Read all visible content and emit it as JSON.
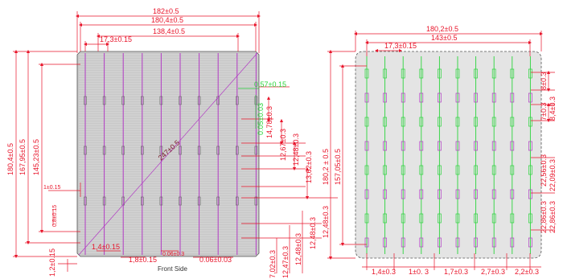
{
  "front": {
    "caption": "Front Side",
    "dims": {
      "total_width": "182±0.5",
      "width_inner": "180,4±0.5",
      "busbar_span": "138,4±0.5",
      "busbar_pitch": "17,3±0.15",
      "height_total": "180,4±0.5",
      "height_2": "167,95±0.5",
      "height_3": "145,23±0.5",
      "diagonal": "247±0.5",
      "green_a": "0.57±0.15",
      "green_b": "0.05±0.03",
      "v1": "14,78±0.3",
      "v2": "12,67±0.3",
      "v3": "12,48±0.3",
      "v4": "13,62±0.3",
      "v5": "12,48±0.3",
      "v6": "12,48±0.3",
      "small_1": "1±0.15",
      "small_2": "0,8±0.15",
      "bottom_left": "1,2±0.15",
      "b1": "1,4±0.15",
      "b2": "1,8±0.15",
      "b3": "0.06±0.3",
      "b4": "0.06±0.03",
      "bv1": "7,02±0.3",
      "bv2": "12,47±0.3",
      "bv3": "12,48±0.3"
    }
  },
  "back": {
    "dims": {
      "total_width": "180,2±0.5",
      "span": "143±0.5",
      "pitch": "17,3±0.15",
      "height_total": "180,2 ± 0.5",
      "height_2": "157,05±0.5",
      "r1": "8±0.3",
      "r2": "7±0.3",
      "r3": "8,4±0.3",
      "r4": "22,56±0.3",
      "r5": "22,09±0.3",
      "r6": "22,86±0.3",
      "r7": "22,86±0.3",
      "b1": "1,4±0.3",
      "b2": "1±0. 3",
      "b3": "1,7±0.3",
      "b4": "2,7±0.3",
      "b5": "2,2±0.3"
    }
  },
  "colors": {
    "dimension": "#e8142a",
    "busbar": "#b23bc4",
    "pad": "#2bd43c",
    "cell_fill": "#c8c8c8",
    "finger": "#e6e6e6"
  }
}
